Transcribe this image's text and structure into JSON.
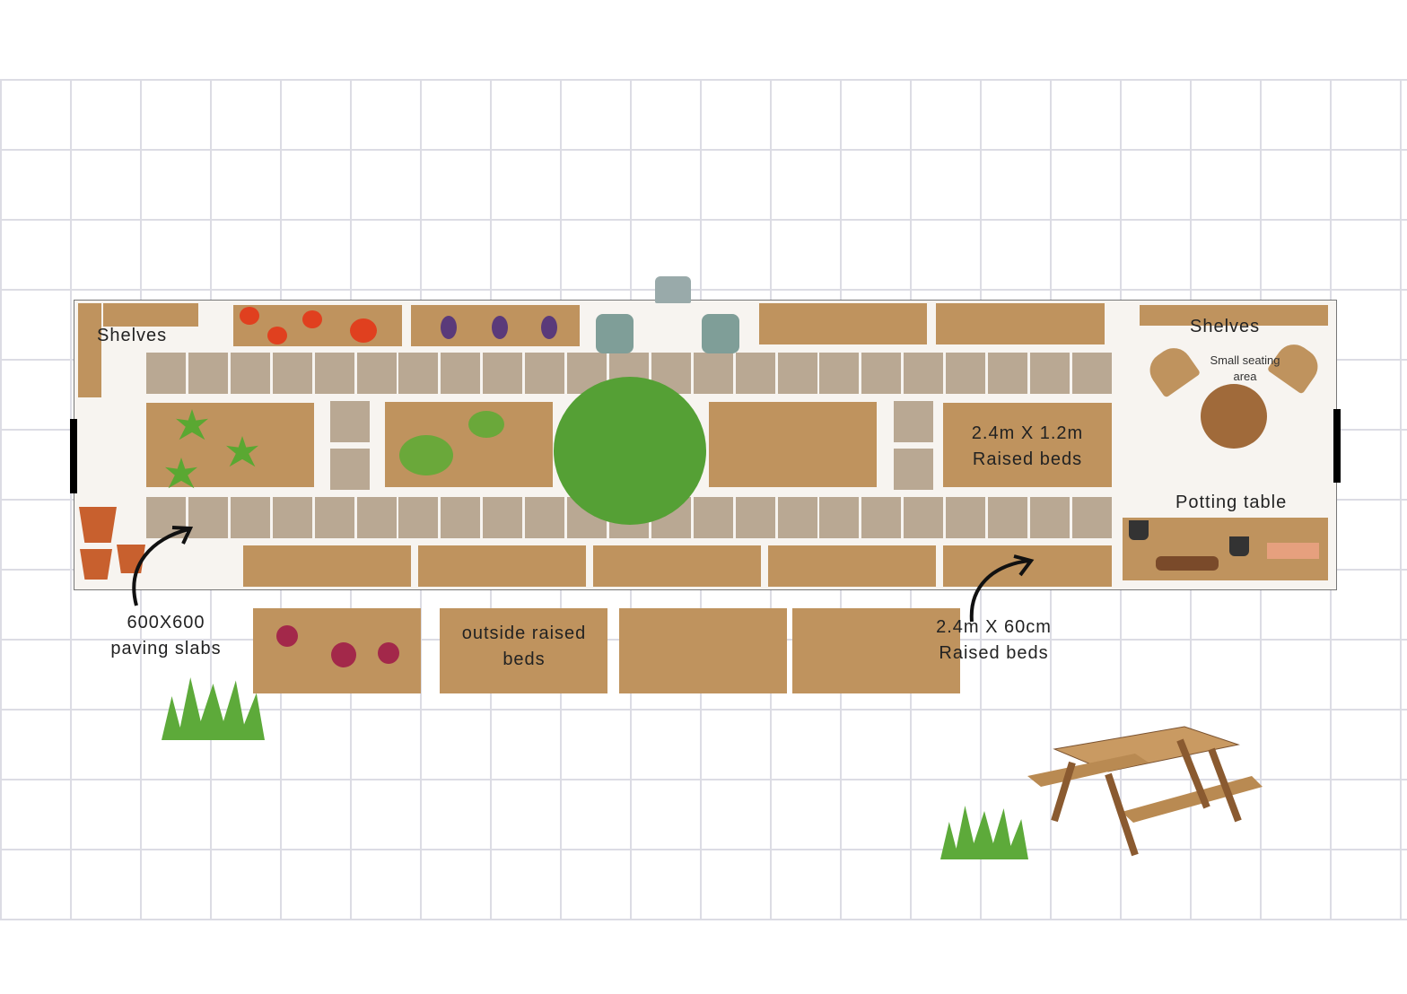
{
  "labels": {
    "shelves_left": "Shelves",
    "shelves_right": "Shelves",
    "seating": "Small seating area",
    "potting": "Potting table",
    "paving": "600X600 paving slabs",
    "big_beds": "2.4m X 1.2m Raised beds",
    "outside_beds": "outside raised beds",
    "small_beds": "2.4m X 60cm Raised beds"
  },
  "colors": {
    "bed": "#bf935e",
    "slab": "#b9a893",
    "ground": "#f7f4f0",
    "grid": "#dcdce4"
  },
  "icons": [
    "tomato-icon",
    "eggplant-icon",
    "watering-can-icon",
    "tap-icon",
    "broccoli-icon",
    "leafy-plant-icon",
    "tree-icon",
    "onion-icon",
    "flower-pot-icon",
    "chair-icon",
    "round-table-icon",
    "seedling-icon",
    "grass-icon",
    "picnic-bench-icon",
    "arrow-icon"
  ]
}
